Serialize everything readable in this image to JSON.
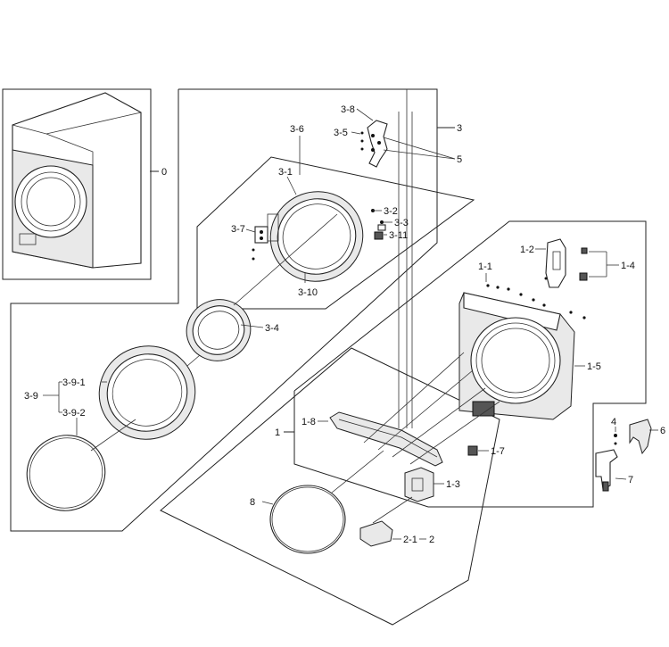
{
  "labels": {
    "l0": "0",
    "l1": "1",
    "l1_1": "1-1",
    "l1_2": "1-2",
    "l1_3": "1-3",
    "l1_4": "1-4",
    "l1_5": "1-5",
    "l1_7": "1-7",
    "l1_8": "1-8",
    "l2": "2",
    "l2_1": "2-1",
    "l3": "3",
    "l3_1": "3-1",
    "l3_2": "3-2",
    "l3_3": "3-3",
    "l3_4": "3-4",
    "l3_5": "3-5",
    "l3_6": "3-6",
    "l3_7": "3-7",
    "l3_8": "3-8",
    "l3_9": "3-9",
    "l3_9_1": "3-9-1",
    "l3_9_2": "3-9-2",
    "l3_10": "3-10",
    "l3_11": "3-11",
    "l4": "4",
    "l5": "5",
    "l6": "6",
    "l7": "7",
    "l8": "8"
  }
}
